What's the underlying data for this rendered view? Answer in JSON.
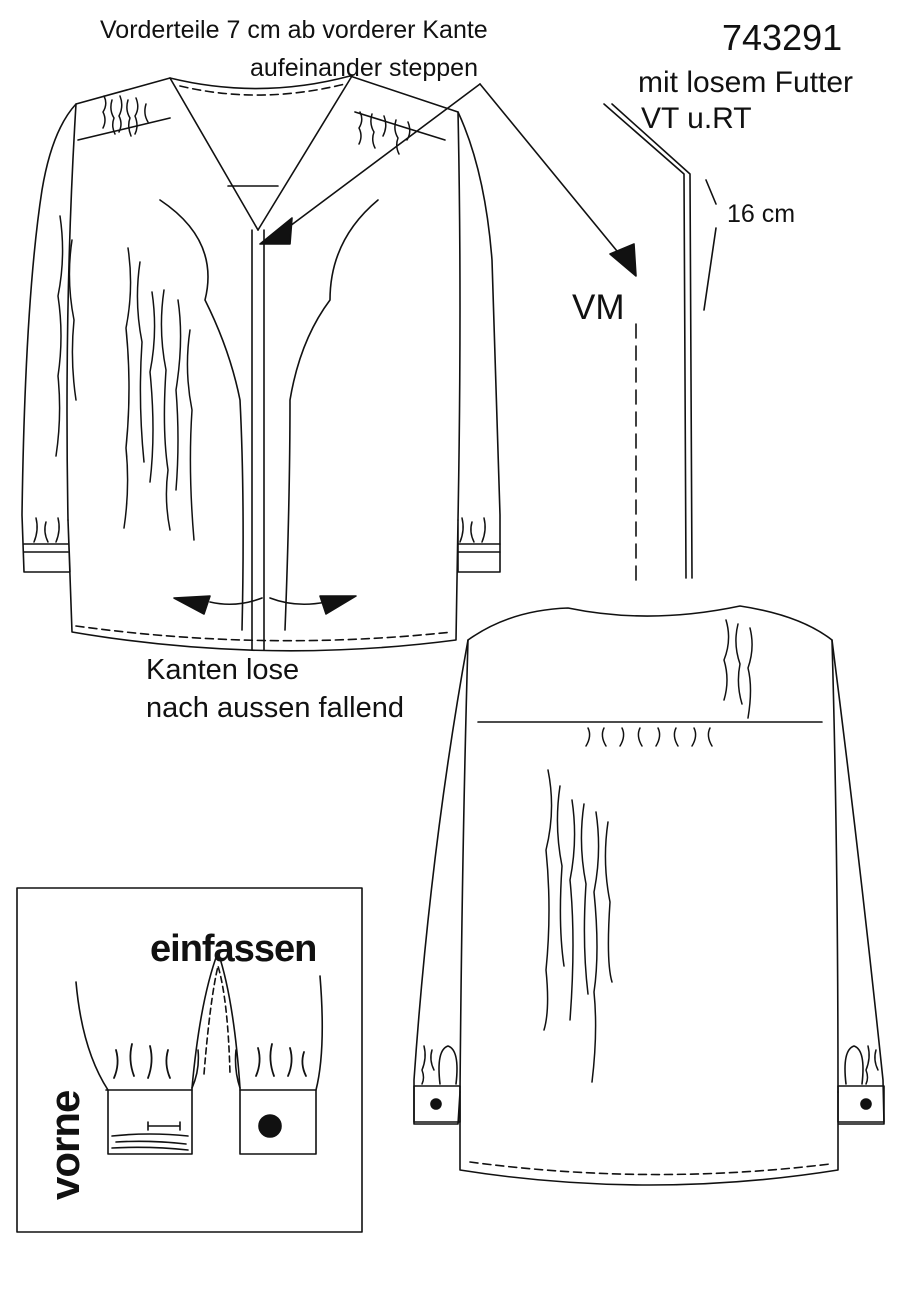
{
  "article_number": "743291",
  "lining_note": {
    "line1": "mit losem Futter",
    "line2": "VT u.RT"
  },
  "front_stitch_note": {
    "line1": "Vorderteile 7 cm ab vorderer Kante",
    "line2": "aufeinander steppen"
  },
  "facing_length": "16 cm",
  "center_front_label": "VM",
  "edges_note": {
    "line1": "Kanten lose",
    "line2": "nach aussen fallend"
  },
  "cuff_detail": {
    "binding_label": "einfassen",
    "side_label": "vorne"
  },
  "line_color": "#111111"
}
